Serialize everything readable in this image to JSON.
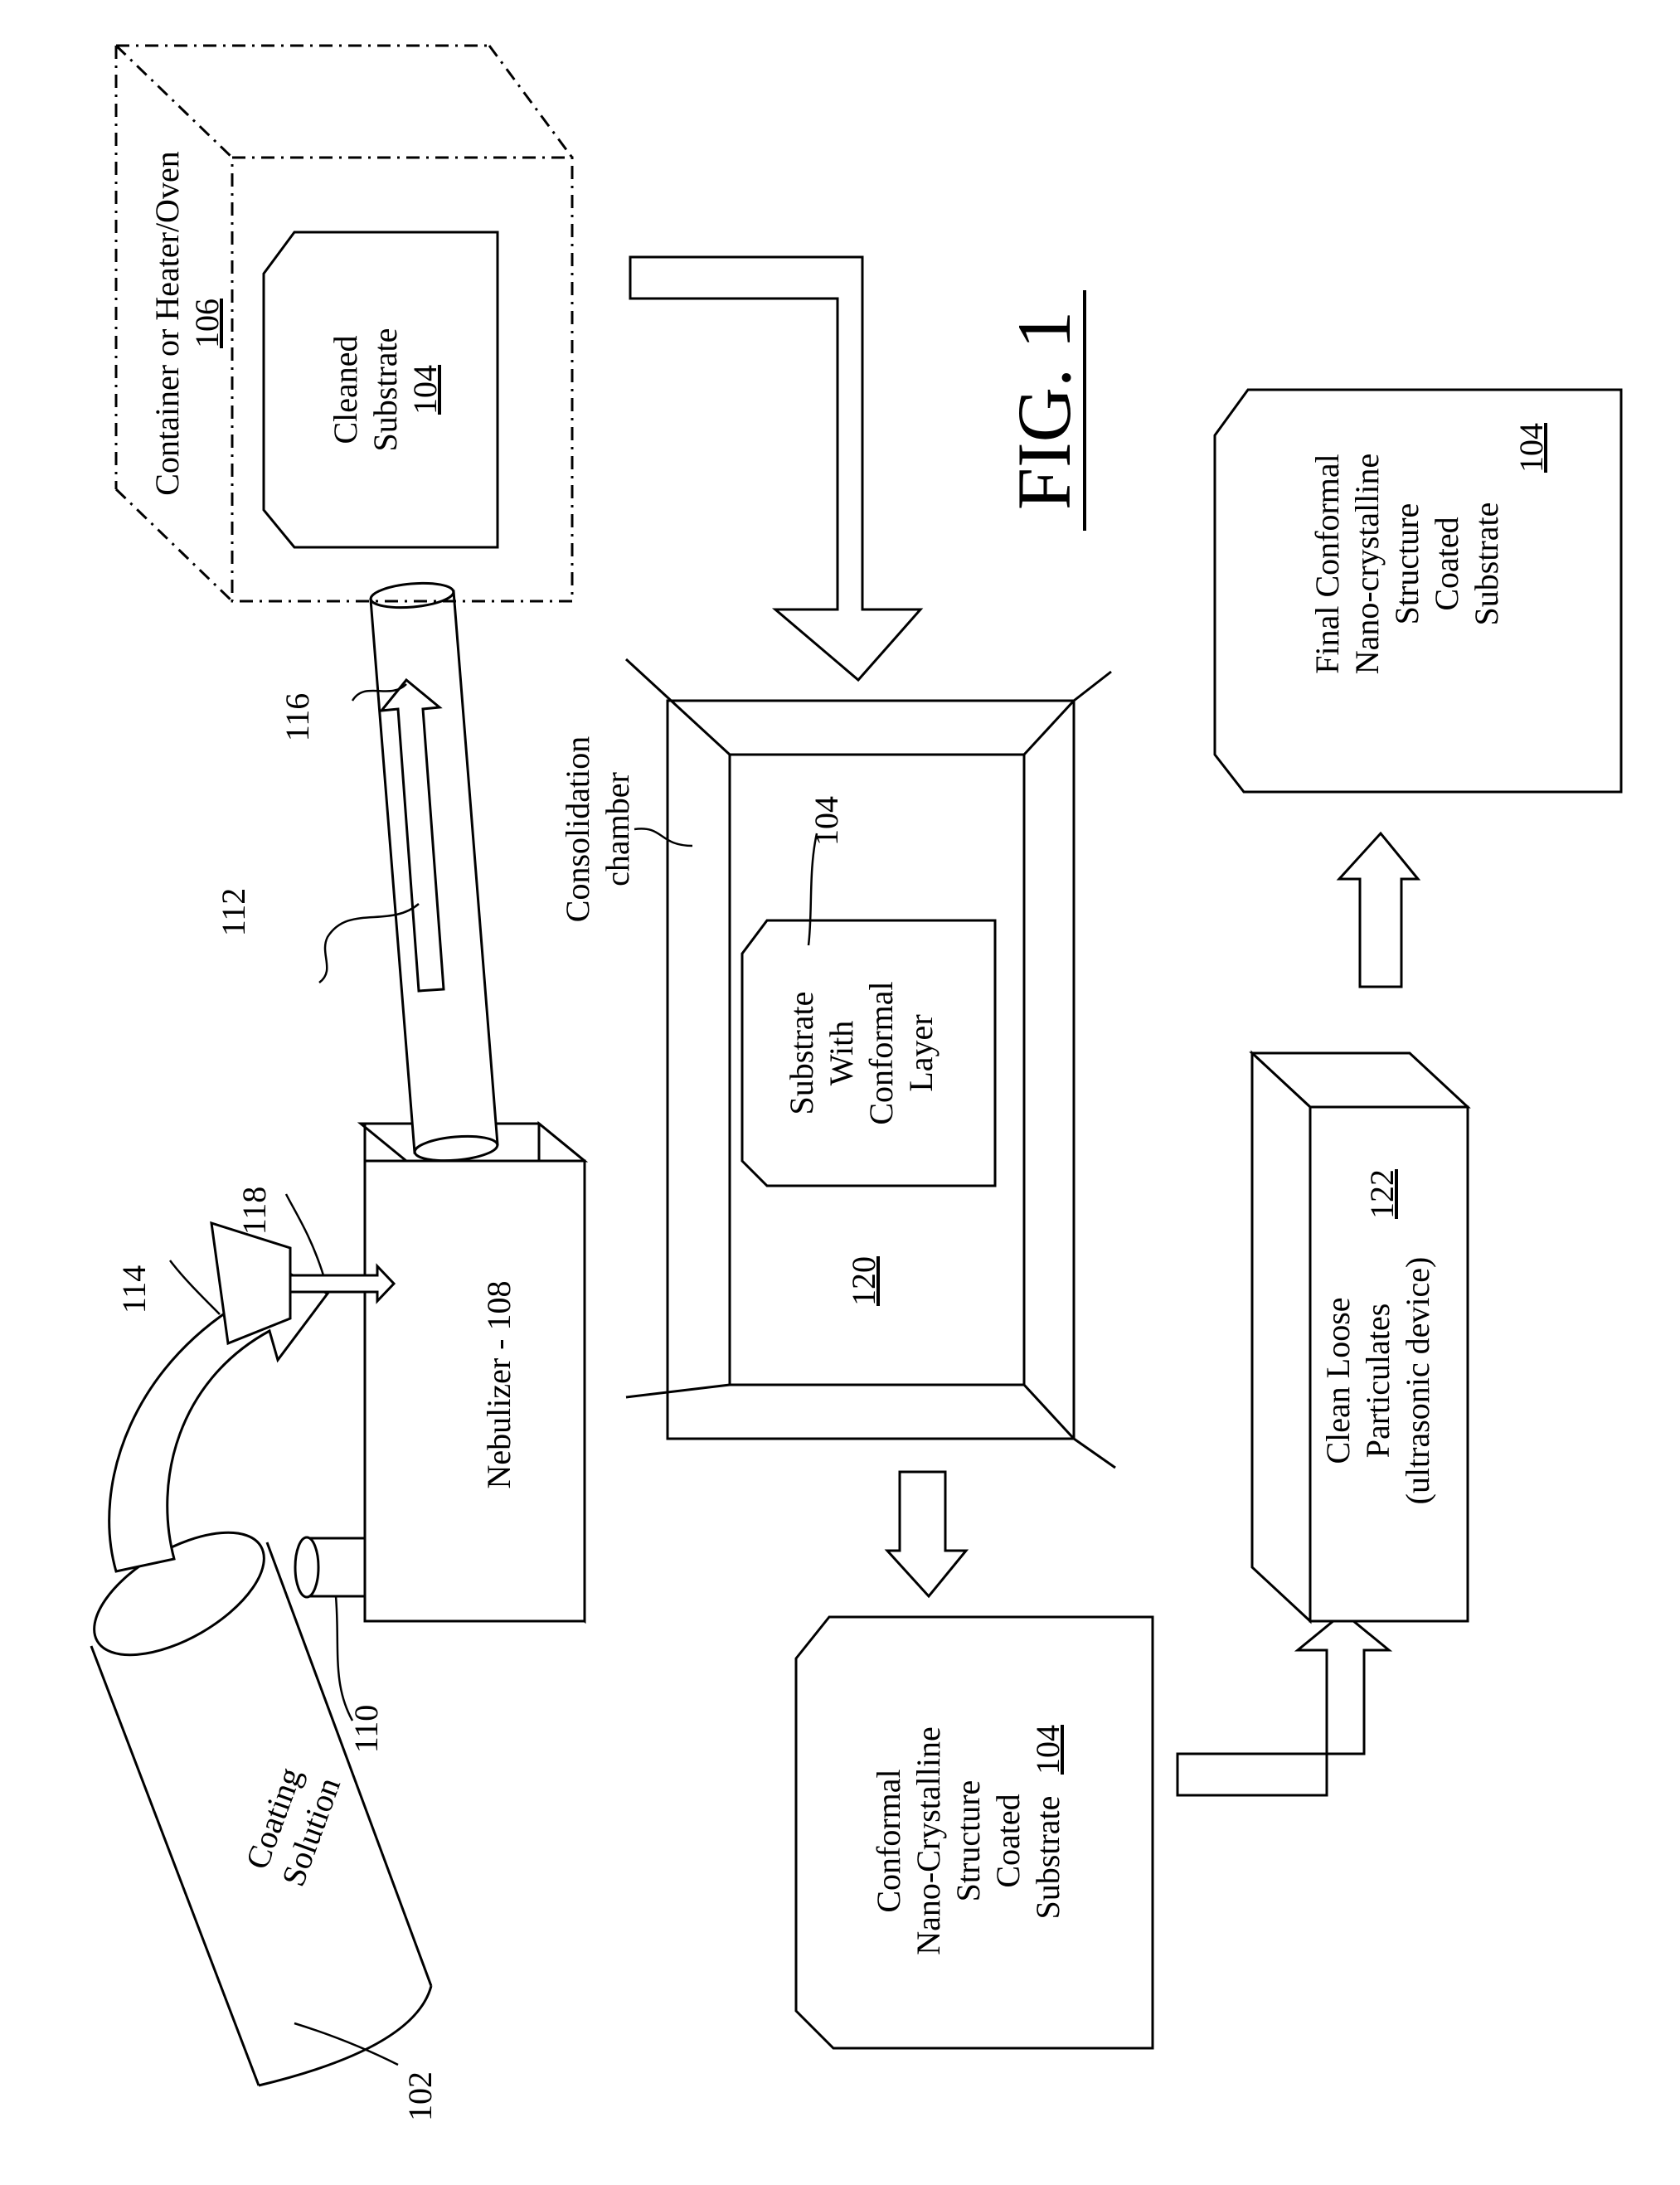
{
  "figure": {
    "title": "FIG. 1"
  },
  "components": {
    "coating_solution": {
      "lines": [
        "Coating",
        "Solution"
      ],
      "ref": "102"
    },
    "cleaned_substrate": {
      "lines": [
        "Cleaned",
        "Substrate"
      ],
      "ref": "104"
    },
    "container": {
      "lines": [
        "Container or Heater/Oven"
      ],
      "ref": "106"
    },
    "nebulizer": {
      "label": "Nebulizer - 108"
    },
    "inlet_ref": "110",
    "tube_flow_ref": "112",
    "gas_ref": "114",
    "tube_ref": "116",
    "gas_arrow_ref": "118",
    "consolidation_chamber": {
      "lines": [
        "Consolidation",
        "chamber"
      ],
      "ref": "120"
    },
    "substrate_with_layer": {
      "lines": [
        "Substrate",
        "With",
        "Conformal",
        "Layer"
      ],
      "ref": "104"
    },
    "coated_substrate": {
      "lines": [
        "Conformal",
        "Nano-Crystalline",
        "Structure",
        "Coated",
        "Substrate"
      ],
      "ref": "104"
    },
    "clean_particulates": {
      "lines": [
        "Clean Loose",
        "Particulates",
        "(ultrasonic device)"
      ],
      "ref": "122"
    },
    "final_substrate": {
      "lines": [
        "Final Conformal",
        "Nano-crystalline",
        "Structure",
        "Coated",
        "Substrate"
      ],
      "ref": "104"
    }
  }
}
